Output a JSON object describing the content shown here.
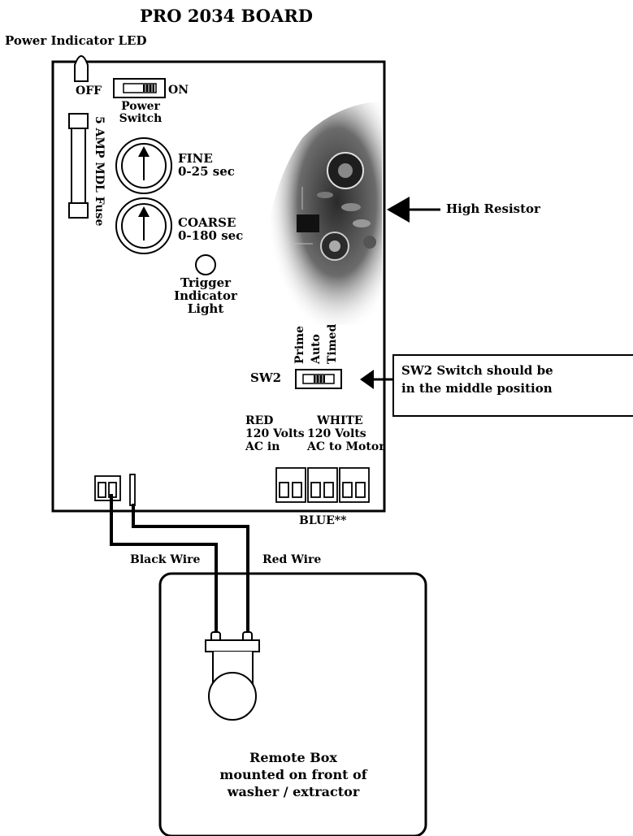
{
  "title": "PRO 2034 BOARD",
  "labels": {
    "power_led": "Power Indicator LED",
    "off": "OFF",
    "on": "ON",
    "power_switch_line1": "Power",
    "power_switch_line2": "Switch",
    "fuse": "5 AMP MDL Fuse",
    "fine_line1": "FINE",
    "fine_line2": "0-25 sec",
    "coarse_line1": "COARSE",
    "coarse_line2": "0-180 sec",
    "trigger_line1": "Trigger",
    "trigger_line2": "Indicator",
    "trigger_line3": "Light",
    "high_resistor": "High Resistor",
    "prime": "Prime",
    "auto": "Auto",
    "timed": "Timed",
    "sw2": "SW2",
    "sw2_note_line1": "SW2 Switch should be",
    "sw2_note_line2": "in the middle position",
    "red_line1": "RED",
    "red_line2": "120 Volts",
    "red_line3": "AC in",
    "white_line1": "WHITE",
    "white_line2": "120 Volts",
    "white_line3": "AC to Motor",
    "blue": "BLUE**",
    "black_wire": "Black Wire",
    "red_wire": "Red Wire",
    "remote_line1": "Remote Box",
    "remote_line2": "mounted on front of",
    "remote_line3": "washer / extractor"
  }
}
